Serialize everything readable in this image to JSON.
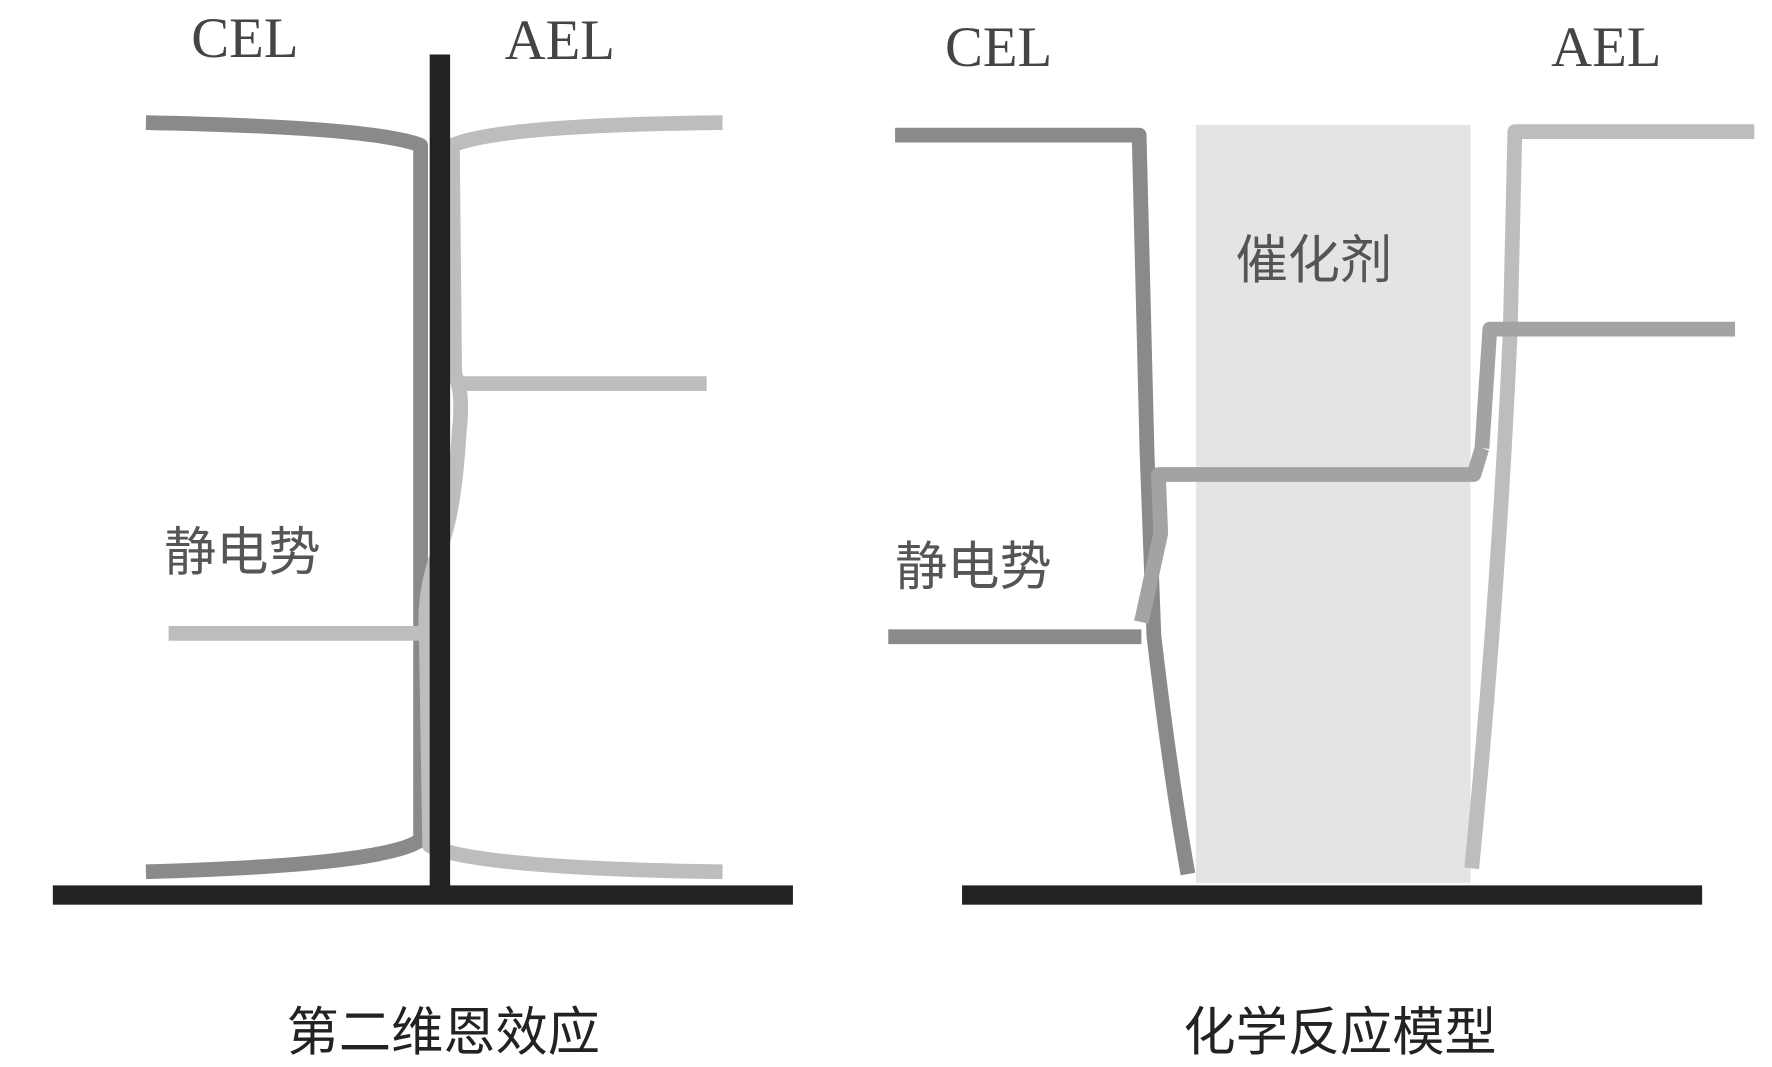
{
  "left_panel": {
    "cel_label": "CEL",
    "ael_label": "AEL",
    "potential_label": "静电势",
    "caption": "第二维恩效应"
  },
  "right_panel": {
    "cel_label": "CEL",
    "ael_label": "AEL",
    "catalyst_label": "催化剂",
    "potential_label": "静电势",
    "caption": "化学反应模型"
  },
  "colors": {
    "cel_line": "#8a8a8a",
    "ael_line": "#bdbdbd",
    "catalyst_fill": "#e4e4e4",
    "base": "#222222"
  }
}
